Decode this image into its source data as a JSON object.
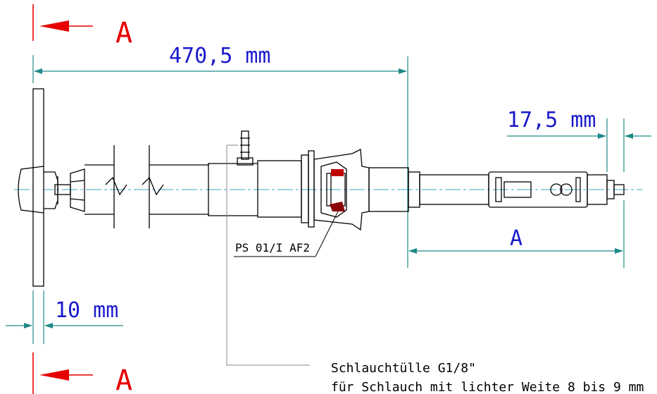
{
  "section_marks": {
    "letter": "A"
  },
  "dimensions": {
    "overall_length": "470,5 mm",
    "end_length": "17,5 mm",
    "flange_thickness": "10 mm",
    "section_length": "A"
  },
  "labels": {
    "part_code": "PS 01/I AF2",
    "hose_fitting": "Schlauchtülle G1/8\"",
    "hose_spec": "für Schlauch mit lichter Weite 8 bis 9 mm"
  },
  "colors": {
    "dimension": "#1f8a86",
    "text_blue": "#1a1acc",
    "section_red": "#e60000",
    "outline": "#000000",
    "leader": "#888888",
    "centerline": "#3fa7c9",
    "detail_red": "#c00000"
  }
}
